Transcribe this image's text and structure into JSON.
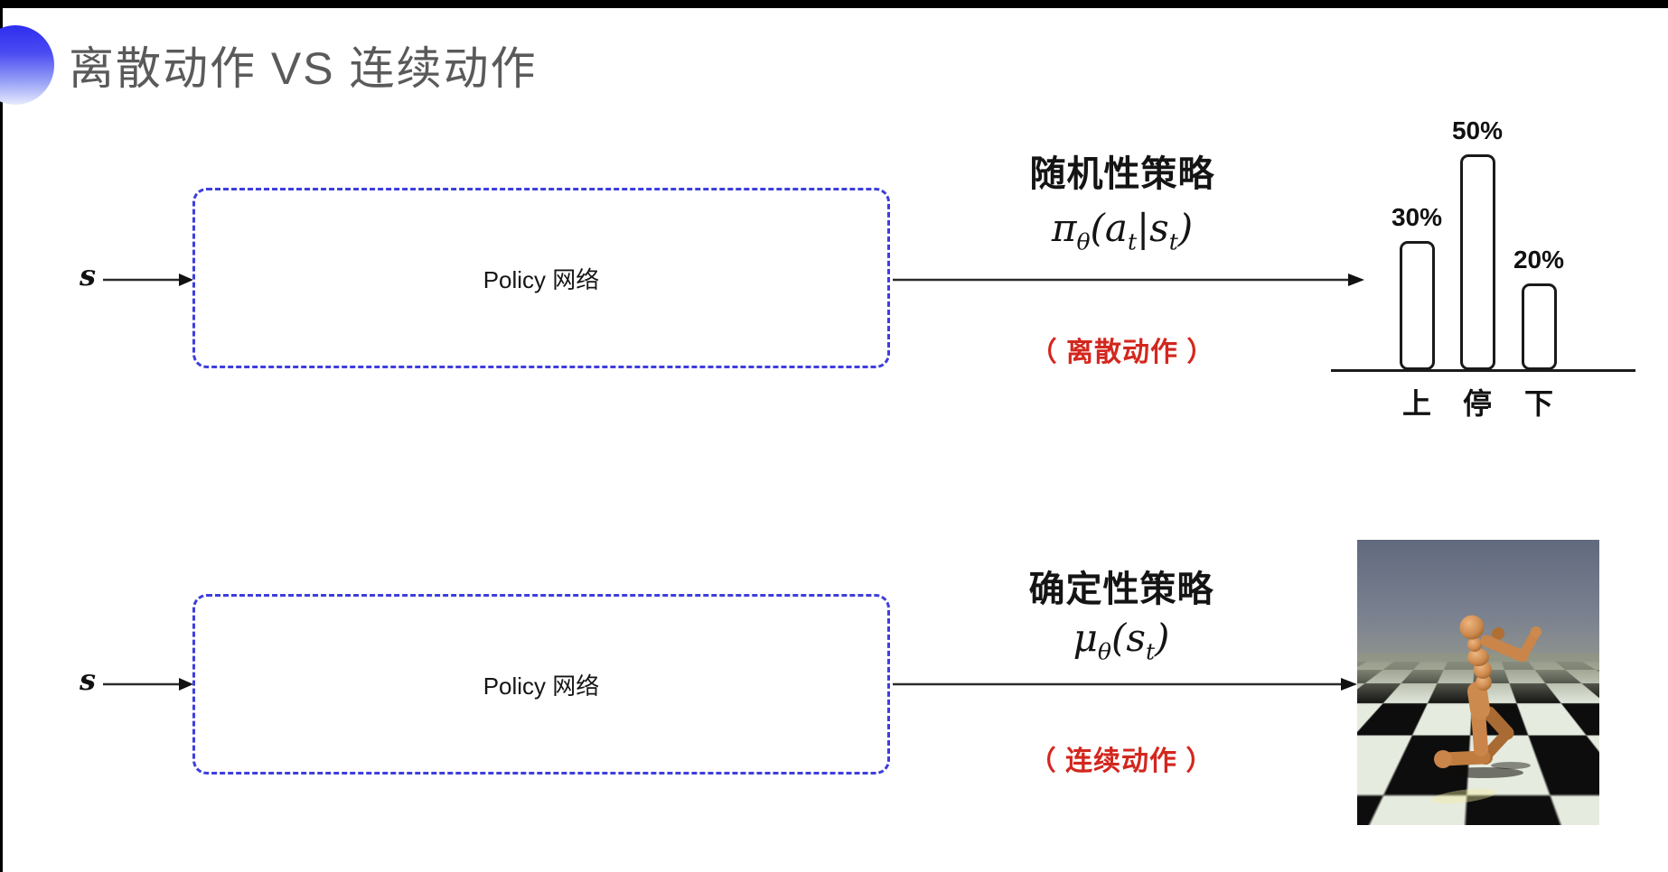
{
  "title": {
    "text": "离散动作 VS 连续动作"
  },
  "colors": {
    "title_gray": "#5a5a5a",
    "bullet_blue_top": "#2e2ef0",
    "box_dash_blue": "#3e3edd",
    "note_red": "#d3271e",
    "text_black": "#141414",
    "sim_sky": "#79808f",
    "sim_floor_light": "#e5ebdf",
    "sim_floor_dark": "#0d0d0d",
    "robot_body": "#c9854a"
  },
  "top_row": {
    "input_label": "s",
    "box_label": "Policy 网络",
    "policy_type": "随机性策略",
    "formula": {
      "sym": "π",
      "sym_sub": "θ",
      "a1": "(a",
      "a1_sub": "t",
      "a2": "|s",
      "a2_sub": "t",
      "close": ")"
    },
    "action_note": "（ 离散动作 ）"
  },
  "bottom_row": {
    "input_label": "s",
    "box_label": "Policy 网络",
    "policy_type": "确定性策略",
    "formula": {
      "sym": "μ",
      "sym_sub": "θ",
      "a1": "(s",
      "a1_sub": "t",
      "a2": "",
      "a2_sub": "",
      "close": ")"
    },
    "action_note": "（ 连续动作 ）"
  },
  "chart_data": {
    "type": "bar",
    "categories": [
      "上",
      "停",
      "下"
    ],
    "values": [
      30,
      50,
      20
    ],
    "value_labels": [
      "30%",
      "50%",
      "20%"
    ],
    "title": "",
    "xlabel": "",
    "ylabel": "",
    "ylim": [
      0,
      55
    ],
    "grid": false,
    "legend": false,
    "bar_fill": "#ffffff",
    "bar_stroke": "#1a1a1a"
  },
  "sim_image": {
    "name": "mujoco-humanoid-on-checkerboard"
  }
}
